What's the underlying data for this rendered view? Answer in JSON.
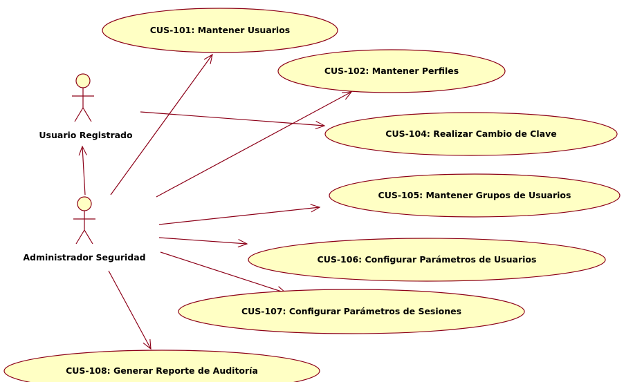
{
  "diagram": {
    "type": "use-case",
    "colors": {
      "usecase_fill": "#ffffc4",
      "usecase_stroke": "#8c0018",
      "actor_fill": "#ffffc4",
      "line": "#8c0018"
    },
    "actors": [
      {
        "id": "usuario",
        "label": "Usuario Registrado"
      },
      {
        "id": "admin",
        "label": "Administrador Seguridad"
      }
    ],
    "use_cases": [
      {
        "id": "cus101",
        "label": "CUS-101: Mantener Usuarios"
      },
      {
        "id": "cus102",
        "label": "CUS-102: Mantener Perfiles"
      },
      {
        "id": "cus104",
        "label": "CUS-104: Realizar Cambio de Clave"
      },
      {
        "id": "cus105",
        "label": "CUS-105: Mantener Grupos de Usuarios"
      },
      {
        "id": "cus106",
        "label": "CUS-106: Configurar Parámetros de Usuarios"
      },
      {
        "id": "cus107",
        "label": "CUS-107: Configurar Parámetros de Sesiones"
      },
      {
        "id": "cus108",
        "label": "CUS-108: Generar Reporte de Auditoría"
      }
    ],
    "associations": [
      {
        "from": "usuario",
        "to": "cus104"
      },
      {
        "from": "admin",
        "to": "cus101"
      },
      {
        "from": "admin",
        "to": "cus102"
      },
      {
        "from": "admin",
        "to": "cus105"
      },
      {
        "from": "admin",
        "to": "cus106"
      },
      {
        "from": "admin",
        "to": "cus107"
      },
      {
        "from": "admin",
        "to": "cus108"
      }
    ],
    "generalizations": [
      {
        "from": "admin",
        "to": "usuario"
      }
    ]
  }
}
